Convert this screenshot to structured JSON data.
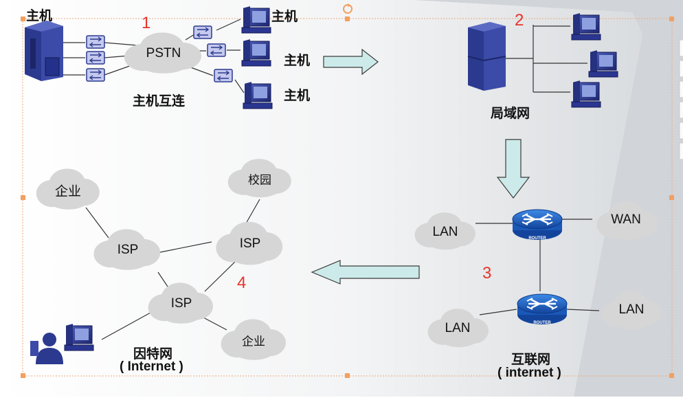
{
  "panel1": {
    "step": "1",
    "host_label_main": "主机",
    "host_label_a": "主机",
    "host_label_b": "主机",
    "host_label_c": "主机",
    "pstn": "PSTN",
    "caption": "主机互连"
  },
  "panel2": {
    "step": "2",
    "caption": "局域网"
  },
  "panel3": {
    "step": "3",
    "lan_left": "LAN",
    "wan": "WAN",
    "lan_bottom_left": "LAN",
    "lan_bottom_right": "LAN",
    "router_text": "ROUTER",
    "caption_line1": "互联网",
    "caption_line2": "( internet )"
  },
  "panel4": {
    "step": "4",
    "enterprise_top": "企业",
    "campus": "校园",
    "isp_left": "ISP",
    "isp_right": "ISP",
    "isp_bottom": "ISP",
    "enterprise_bottom": "企业",
    "caption_line1": "因特网",
    "caption_line2": "( Internet )"
  },
  "colors": {
    "cloud": "#d6d6d6",
    "arrow_fill": "#cdeaea",
    "arrow_stroke": "#3a3a3a",
    "device_blue": "#2b3a8f",
    "router_blue": "#1f5fc4",
    "step_red": "#e8332a"
  }
}
